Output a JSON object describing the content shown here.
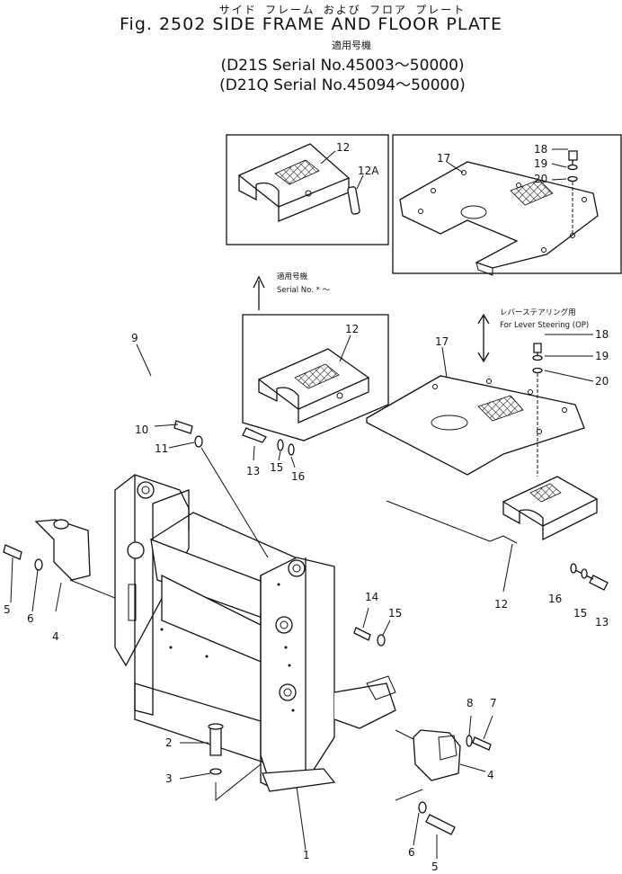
{
  "header": {
    "japanese_title": "サイド フレーム および フロア プレート",
    "title": "Fig. 2502 SIDE FRAME AND FLOOR PLATE",
    "applicability_label": "適用号機",
    "serial_line_1": "(D21S  Serial No.45003～50000)",
    "serial_line_2": "(D21Q  Serial No.45094～50000)"
  },
  "notes": {
    "serial_note_jp": "適用号機",
    "serial_note_en": "Serial No. * ～",
    "lever_steering_jp": "レバーステアリング用",
    "lever_steering_en": "For Lever Steering (OP)"
  },
  "callouts": {
    "c1": "1",
    "c2": "2",
    "c3": "3",
    "c4a": "4",
    "c4b": "4",
    "c5a": "5",
    "c5b": "5",
    "c6a": "6",
    "c6b": "6",
    "c7": "7",
    "c8": "8",
    "c9": "9",
    "c10": "10",
    "c11": "11",
    "c12a": "12",
    "c12b": "12",
    "c12c": "12",
    "c12A": "12A",
    "c13a": "13",
    "c13b": "13",
    "c14": "14",
    "c15a": "15",
    "c15b": "15",
    "c15c": "15",
    "c16a": "16",
    "c16b": "16",
    "c17a": "17",
    "c17b": "17",
    "c18a": "18",
    "c18b": "18",
    "c19a": "19",
    "c19b": "19",
    "c20a": "20",
    "c20b": "20"
  }
}
